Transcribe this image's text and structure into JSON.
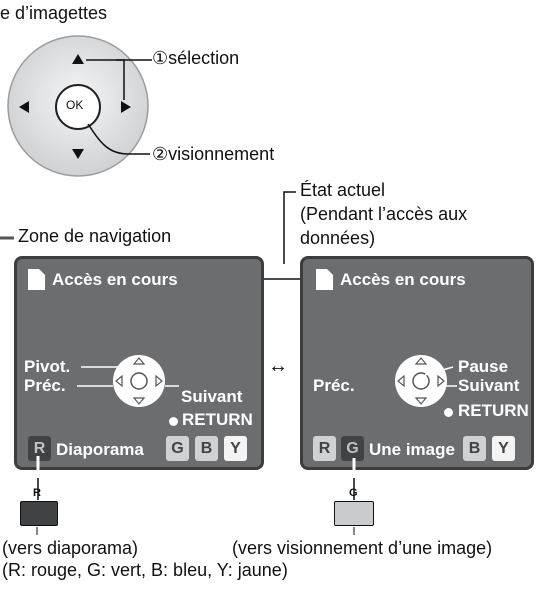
{
  "header": {
    "partial_title": "e d’imagettes"
  },
  "remote": {
    "ok_label": "OK",
    "callout_select": "①sélection",
    "callout_view": "②visionnement"
  },
  "labels": {
    "nav_zone": "Zone de navigation",
    "current_state_line1": "État actuel",
    "current_state_line2": "(Pendant l’accès aux",
    "current_state_line3": "données)",
    "switch_arrow": "↔"
  },
  "screen_left": {
    "status": "Accès en cours",
    "pivot": "Pivot.",
    "prev": "Préc.",
    "next": "Suivant",
    "return": "RETURN",
    "key_r": "R",
    "key_r_label": "Diaporama",
    "key_g": "G",
    "key_b": "B",
    "key_y": "Y"
  },
  "screen_right": {
    "status": "Accès en cours",
    "pause": "Pause",
    "prev": "Préc.",
    "next": "Suivant",
    "return": "RETURN",
    "key_r": "R",
    "key_g": "G",
    "key_g_label": "Une image",
    "key_b": "B",
    "key_y": "Y"
  },
  "legend": {
    "swatch_r_letter": "R",
    "swatch_g_letter": "G",
    "note_slideshow": "(vers diaporama)",
    "note_single": "(vers visionnement d’une image)",
    "colors_line": "(R:  rouge, G:  vert, B:  bleu, Y:  jaune)"
  },
  "colors": {
    "screen_bg": "#6b6d6f",
    "screen_border": "#3b3d3f",
    "key_dark": "#404244",
    "key_light": "#cfd1d3",
    "remote_pad": "#dfe1e3"
  }
}
